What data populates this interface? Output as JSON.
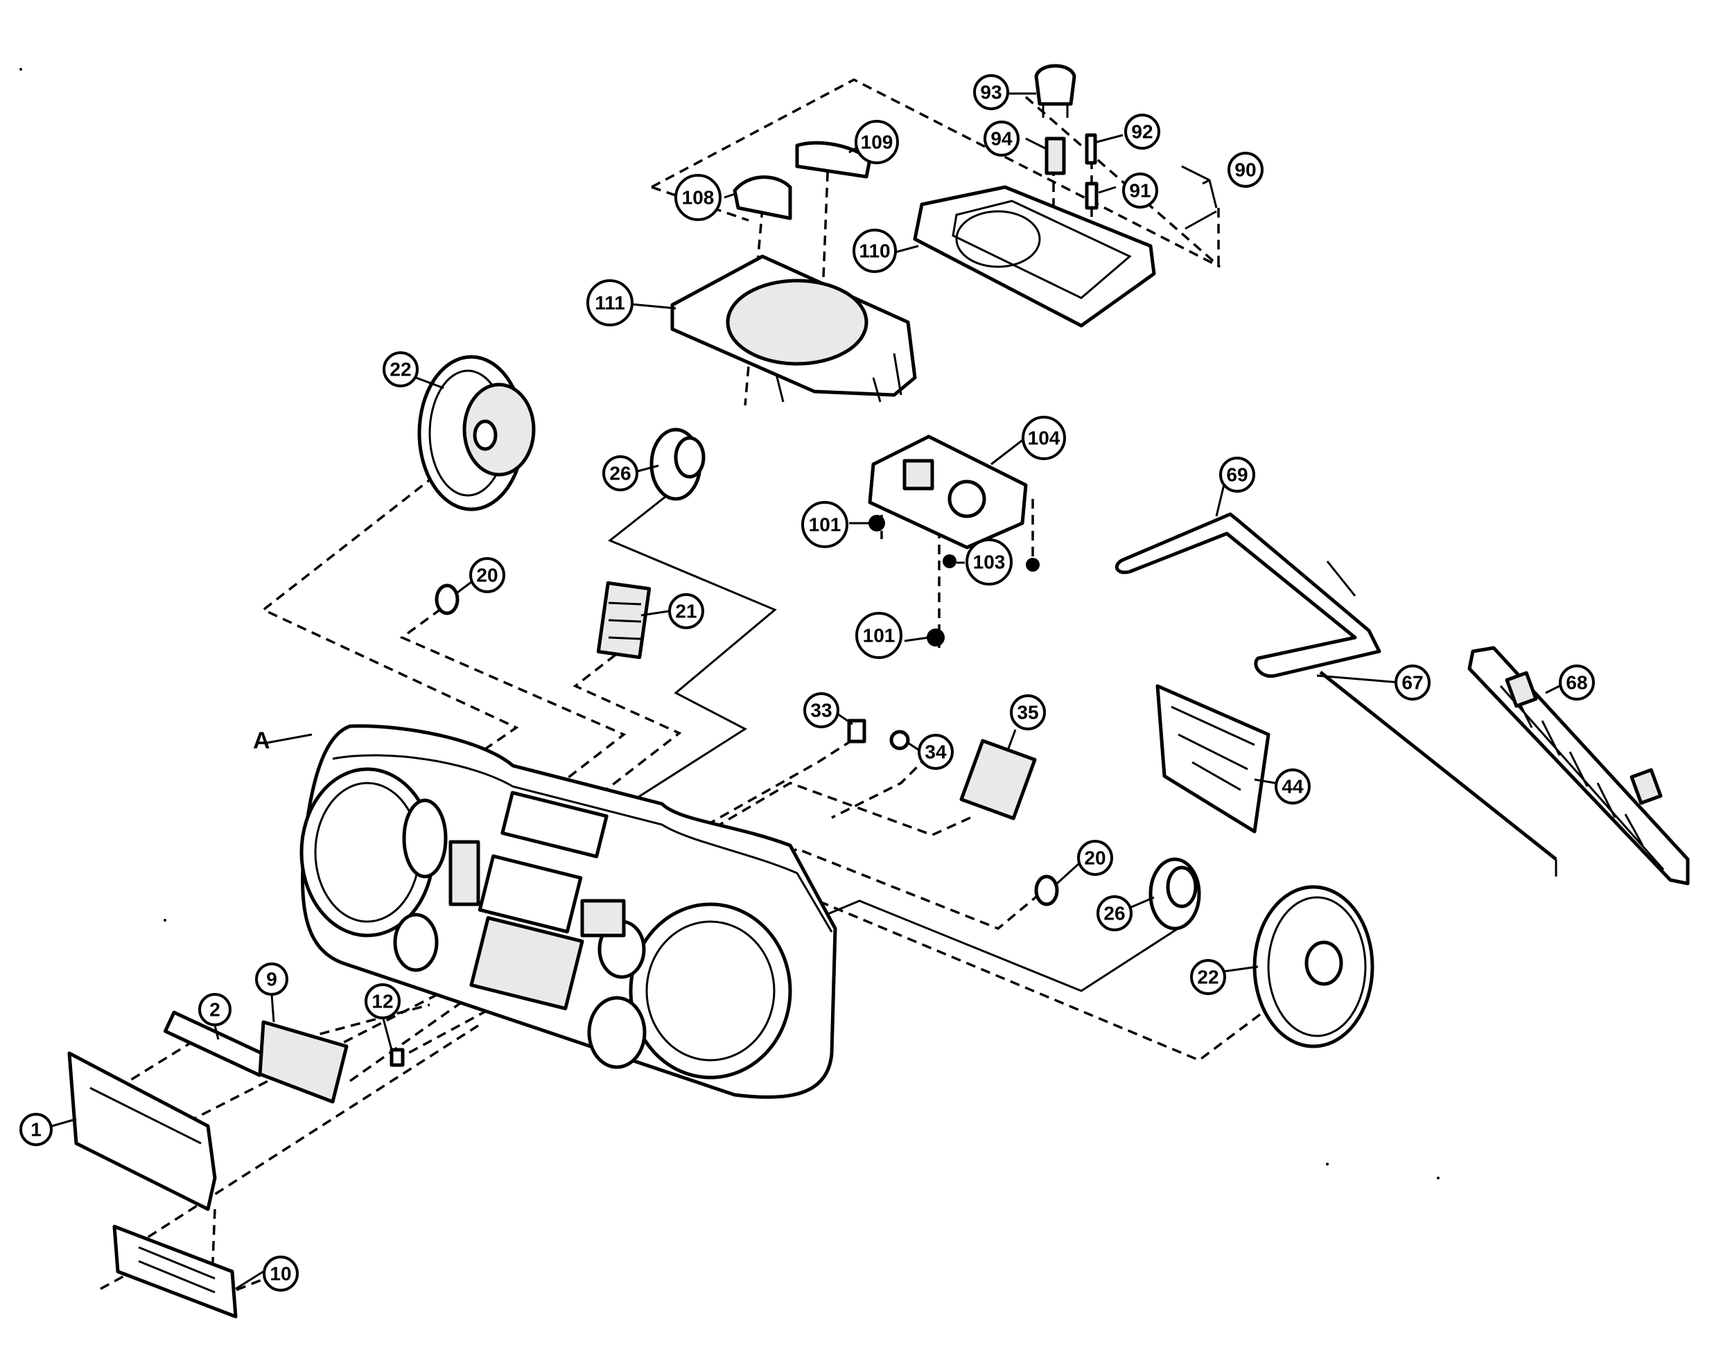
{
  "diagram": {
    "assembly_label": "A",
    "callouts": [
      {
        "id": "c1",
        "label": "1"
      },
      {
        "id": "c2",
        "label": "2"
      },
      {
        "id": "c9",
        "label": "9"
      },
      {
        "id": "c12",
        "label": "12"
      },
      {
        "id": "c10",
        "label": "10"
      },
      {
        "id": "c22a",
        "label": "22"
      },
      {
        "id": "c22b",
        "label": "22"
      },
      {
        "id": "c26a",
        "label": "26"
      },
      {
        "id": "c26b",
        "label": "26"
      },
      {
        "id": "c20a",
        "label": "20"
      },
      {
        "id": "c20b",
        "label": "20"
      },
      {
        "id": "c21",
        "label": "21"
      },
      {
        "id": "c33",
        "label": "33"
      },
      {
        "id": "c34",
        "label": "34"
      },
      {
        "id": "c35",
        "label": "35"
      },
      {
        "id": "c44",
        "label": "44"
      },
      {
        "id": "c67",
        "label": "67"
      },
      {
        "id": "c68",
        "label": "68"
      },
      {
        "id": "c69",
        "label": "69"
      },
      {
        "id": "c90",
        "label": "90"
      },
      {
        "id": "c91",
        "label": "91"
      },
      {
        "id": "c92",
        "label": "92"
      },
      {
        "id": "c93",
        "label": "93"
      },
      {
        "id": "c94",
        "label": "94"
      },
      {
        "id": "c101a",
        "label": "101"
      },
      {
        "id": "c101b",
        "label": "101"
      },
      {
        "id": "c103",
        "label": "103"
      },
      {
        "id": "c104",
        "label": "104"
      },
      {
        "id": "c108",
        "label": "108"
      },
      {
        "id": "c109",
        "label": "109"
      },
      {
        "id": "c110",
        "label": "110"
      },
      {
        "id": "c111",
        "label": "111"
      }
    ]
  }
}
